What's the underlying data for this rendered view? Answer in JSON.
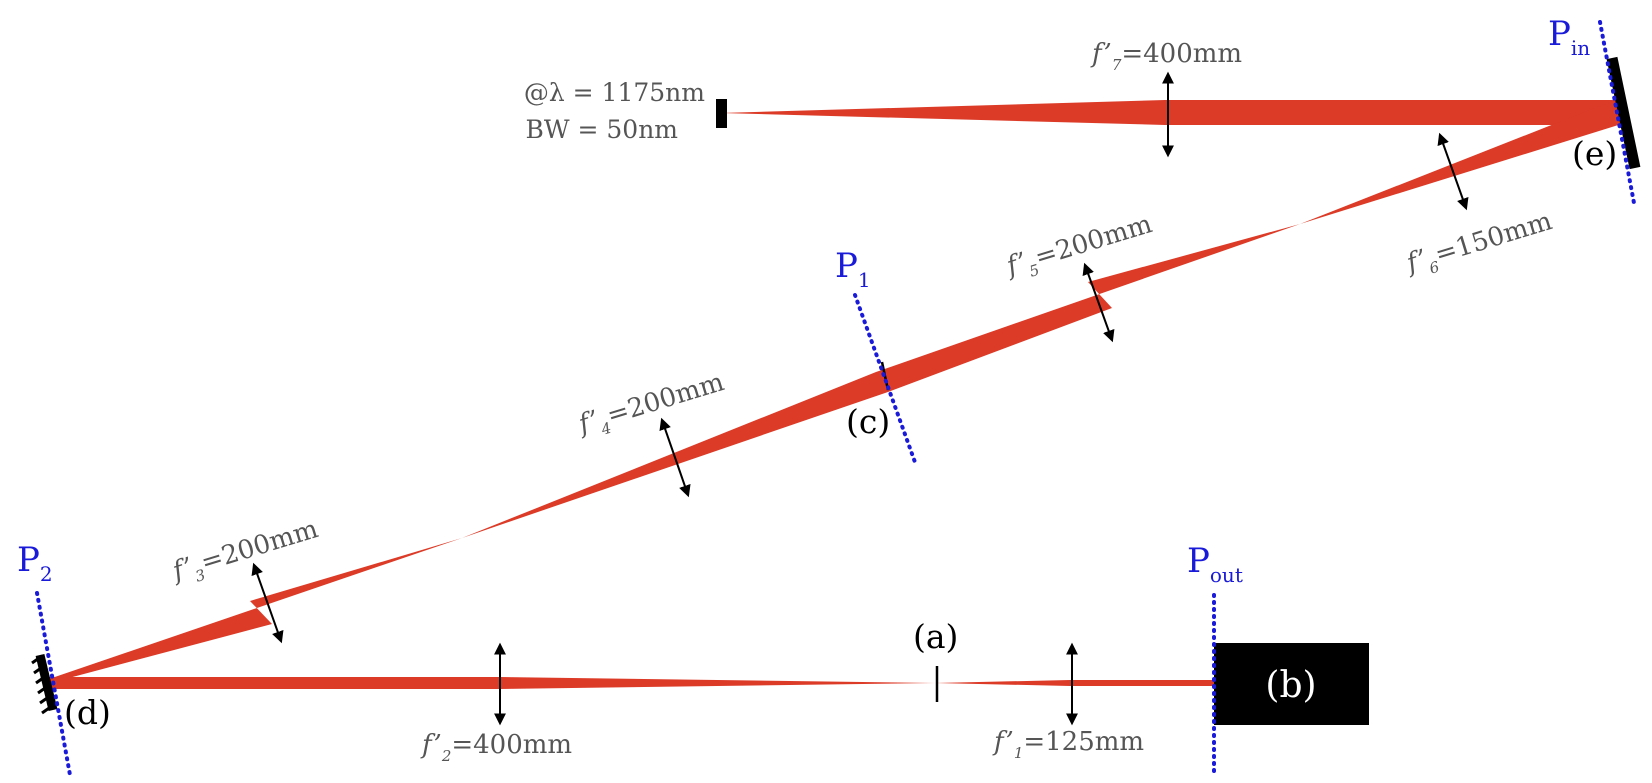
{
  "source": {
    "line1": "@λ = 1175nm",
    "line2": "BW = 50nm"
  },
  "lenses": [
    {
      "prefix": "f’",
      "index": "7",
      "value": "=400mm"
    },
    {
      "prefix": "f’",
      "index": "6",
      "value": "=150mm"
    },
    {
      "prefix": "f’",
      "index": "5",
      "value": "=200mm"
    },
    {
      "prefix": "f’",
      "index": "4",
      "value": "=200mm"
    },
    {
      "prefix": "f’",
      "index": "3",
      "value": "=200mm"
    },
    {
      "prefix": "f’",
      "index": "2",
      "value": "=400mm"
    },
    {
      "prefix": "f’",
      "index": "1",
      "value": "=125mm"
    }
  ],
  "planes": [
    {
      "main": "P",
      "sub": "in"
    },
    {
      "main": "P",
      "sub": "1"
    },
    {
      "main": "P",
      "sub": "2"
    },
    {
      "main": "P",
      "sub": "out"
    }
  ],
  "points": {
    "a": "(a)",
    "b": "(b)",
    "c": "(c)",
    "d": "(d)",
    "e": "(e)"
  },
  "colors": {
    "beam": "#dc3b28",
    "plane": "#1a1ad9",
    "optics": "#000000"
  }
}
